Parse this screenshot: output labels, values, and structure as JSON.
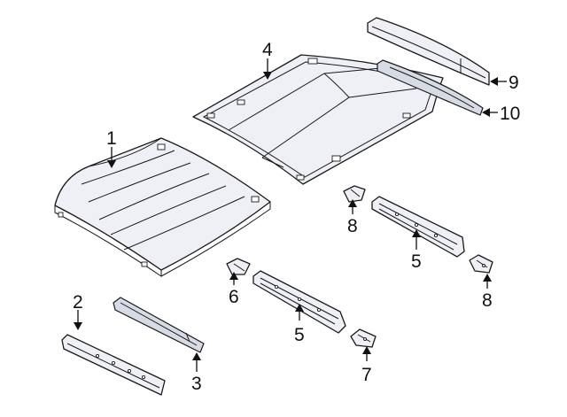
{
  "diagram": {
    "callouts": [
      {
        "id": "c1",
        "label": "1"
      },
      {
        "id": "c2",
        "label": "2"
      },
      {
        "id": "c3",
        "label": "3"
      },
      {
        "id": "c4",
        "label": "4"
      },
      {
        "id": "c5a",
        "label": "5"
      },
      {
        "id": "c5b",
        "label": "5"
      },
      {
        "id": "c6",
        "label": "6"
      },
      {
        "id": "c7",
        "label": "7"
      },
      {
        "id": "c8a",
        "label": "8"
      },
      {
        "id": "c8b",
        "label": "8"
      },
      {
        "id": "c9",
        "label": "9"
      },
      {
        "id": "c10",
        "label": "10"
      }
    ]
  }
}
